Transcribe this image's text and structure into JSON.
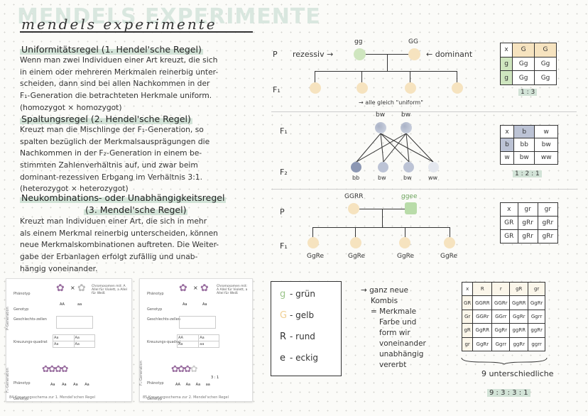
{
  "title": {
    "big": "MENDELS EXPERIMENTE",
    "script": "mendels experimente"
  },
  "rule1": {
    "heading": "Uniformitätsregel (1. Hendel'sche Regel)",
    "lines": [
      "Wenn man zwei Individuen einer Art kreuzt, die sich",
      "in einem oder mehreren Merkmalen reinerbig unter-",
      "scheiden, dann sind bei allen Nachkommen in der",
      "F₁-Generation die betrachteten Herkmale uniform.",
      "(homozygot × homozygot)"
    ]
  },
  "rule2": {
    "heading": "Spaltungsregel (2. Hendel'sche Regel)",
    "lines": [
      "Kreuzt man die Mischlinge der F₁-Generation, so",
      "spalten bezüglich der Merkmalsausprägungen die",
      "Nachkommen in der F₂-Generation in einem be-",
      "stimmten Zahlenverhältnis auf, und zwar beim",
      "dominant-rezessiven Erbgang im Verhältnis 3:1.",
      "(heterozygot × heterozygot)"
    ]
  },
  "rule3": {
    "heading1": "Neukombinations- oder Unabhängigkeitsregel",
    "heading2": "(3. Mendel'sche Regel)",
    "lines": [
      "Kreuzt man Individuen einer Art, die sich in mehr",
      "als einem Merkmal reinerbig unterscheiden, können",
      "neue Merkmalskombinationen auftreten. Die Weiter-",
      "gabe der Erbanlagen erfolgt zufällig und unab-",
      "hängig voneinander."
    ]
  },
  "books": [
    {
      "caption": "84  Kreuzungsschema zur 1. Mendel'schen Regel",
      "rows": [
        "Phänotyp",
        "Genotyp",
        "Geschlechts-zellen",
        "Kreuzungs-quadrat",
        "Phänotyp",
        "Genotyp"
      ],
      "sides": [
        "P-Generation",
        "F₁-Generation"
      ],
      "note": "Chromosomen mit: A Allel für Violett, a Allel für Weiß",
      "genotypes": [
        "AA",
        "aa"
      ],
      "square": [
        "Aa",
        "Aa",
        "Aa",
        "Aa"
      ],
      "bottom": [
        "Aa",
        "Aa",
        "Aa",
        "Aa"
      ]
    },
    {
      "caption": "85  Kreuzungsschema zur 2. Mendel'schen Regel",
      "rows": [
        "Phänotyp",
        "Genotyp",
        "Geschlechts-zellen",
        "Kreuzungs-quadrat",
        "Phänotyp",
        "Genotyp"
      ],
      "sides": [
        "F₁-Generation"
      ],
      "note": "Chromosomen mit: A Allel für Violett, a Allel für Weiß",
      "genotypes": [
        "Aa",
        "Aa"
      ],
      "square": [
        "AA",
        "Aa",
        "Aa",
        "aa"
      ],
      "ratio": "3 : 1",
      "bottom": [
        "AA",
        "Aa",
        "Aa",
        "aa"
      ]
    }
  ],
  "diagram1": {
    "p": "P",
    "rezessiv": "rezessiv →",
    "dominant": "← dominant",
    "gg": "gg",
    "GG": "GG",
    "f1": "F₁",
    "note": "→ alle gleich \"uniform\"",
    "grid": [
      [
        "x",
        "G",
        "G"
      ],
      [
        "g",
        "Gg",
        "Gg"
      ],
      [
        "g",
        "Gg",
        "Gg"
      ]
    ],
    "ratio": "1 : 3"
  },
  "diagram2": {
    "f1": "F₁",
    "f2": "F₂",
    "parents": [
      "bw",
      "bw"
    ],
    "children": [
      "bb",
      "bw",
      "bw",
      "ww"
    ],
    "grid": [
      [
        "x",
        "b",
        "w"
      ],
      [
        "b",
        "bb",
        "bw"
      ],
      [
        "w",
        "bw",
        "ww"
      ]
    ],
    "ratio": "1 : 2 : 1"
  },
  "diagram3": {
    "p": "P",
    "f1": "F₁",
    "parents": [
      "GGRR",
      "ggee"
    ],
    "children": [
      "GgRe",
      "GgRe",
      "GgRe",
      "GgRe"
    ],
    "grid": [
      [
        "x",
        "gr",
        "gr"
      ],
      [
        "GR",
        "gRr",
        "gRr"
      ],
      [
        "GR",
        "gRr",
        "gRr"
      ]
    ]
  },
  "legend": [
    {
      "key": "g",
      "val": "grün"
    },
    {
      "key": "G",
      "val": "gelb"
    },
    {
      "key": "R",
      "val": "rund"
    },
    {
      "key": "e",
      "val": "eckig"
    }
  ],
  "notes": [
    "→ ganz neue",
    "Kombis",
    "= Merkmale",
    "Farbe und",
    "form wir",
    "voneinander",
    "unabhängig",
    "vererbt"
  ],
  "grid4": [
    [
      "x",
      "R",
      "r",
      "gR",
      "gr"
    ],
    [
      "GR",
      "GGRR",
      "GGRr",
      "GgRR",
      "GgRr"
    ],
    [
      "Gr",
      "GGRr",
      "GGrr",
      "GgRr",
      "Ggrr"
    ],
    [
      "gR",
      "GgRR",
      "GgRr",
      "ggRR",
      "ggRr"
    ],
    [
      "gr",
      "GgRr",
      "Ggrr",
      "ggRr",
      "ggrr"
    ]
  ],
  "grid4_caption": "9 unterschiedliche",
  "grid4_ratio": "9 : 3 : 3 : 1"
}
